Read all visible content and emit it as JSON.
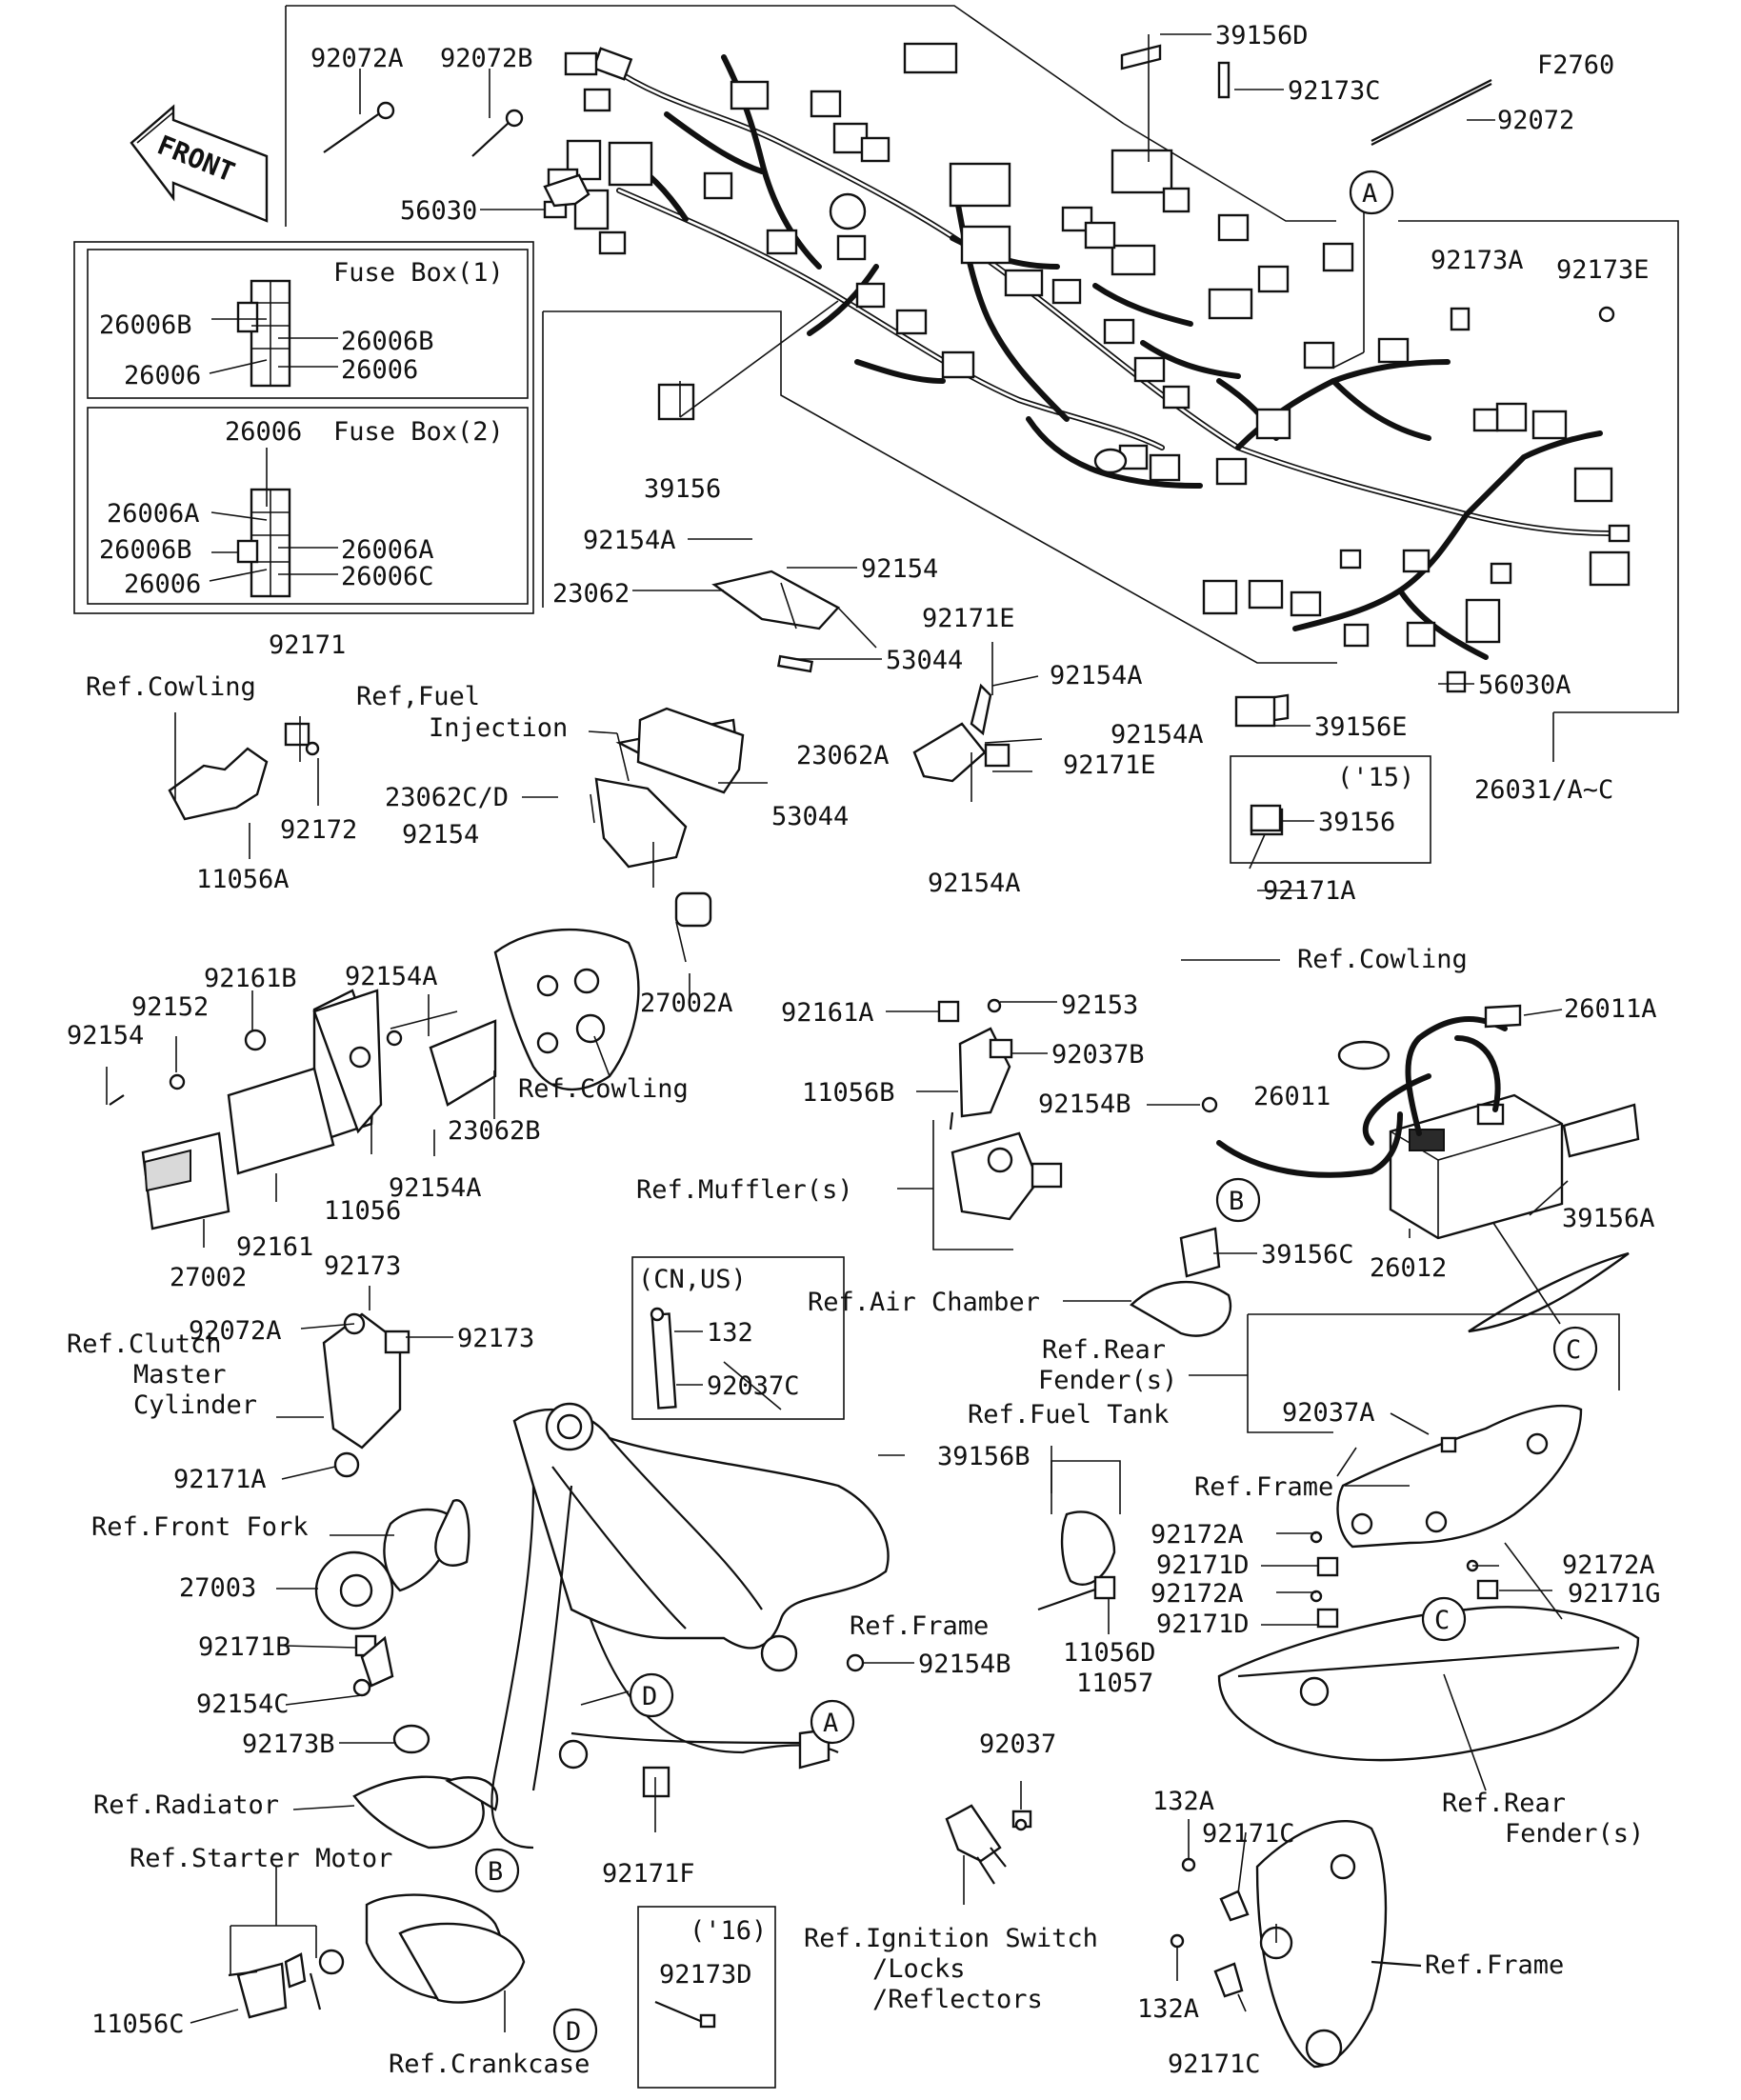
{
  "diagram_code": "F2760",
  "front_arrow_label": "FRONT",
  "fuse_boxes": {
    "box1": {
      "title": "Fuse Box(1)",
      "labels": [
        "26006B",
        "26006B",
        "26006",
        "26006"
      ]
    },
    "box2": {
      "title": "Fuse Box(2)",
      "labels": [
        "26006",
        "26006A",
        "26006A",
        "26006B",
        "26006",
        "26006C"
      ]
    }
  },
  "callouts": [
    "92072A",
    "92072B",
    "39156D",
    "92173C",
    "92072",
    "56030",
    "92173A",
    "92173E",
    "39156",
    "92154A",
    "92154",
    "23062",
    "53044",
    "92171E",
    "92154A",
    "92154A",
    "23062A",
    "92171E",
    "56030A",
    "39156E",
    "26031/A~C",
    "39156",
    "92171",
    "Ref.Cowling",
    "Ref,Fuel",
    "Injection",
    "92172",
    "11056A",
    "23062C/D",
    "53044",
    "92154",
    "92154A",
    "Ref.Cowling",
    "92171A",
    "92161B",
    "92154A",
    "92152",
    "92154",
    "27002A",
    "Ref.Cowling",
    "23062B",
    "11056",
    "92154A",
    "27002",
    "92161",
    "92161A",
    "92153",
    "26011A",
    "92037B",
    "11056B",
    "92154B",
    "26011",
    "Ref.Muffler(s)",
    "39156A",
    "26012",
    "39156C",
    "Ref.Air Chamber",
    "92173",
    "92072A",
    "92173",
    "Ref.Clutch",
    "Master",
    "Cylinder",
    "132",
    "92037C",
    "92171A",
    "39156B",
    "Ref.Rear",
    "Fender(s)",
    "92037A",
    "Ref.Fuel Tank",
    "Ref.Frame",
    "Ref.Front Fork",
    "27003",
    "92172A",
    "92171D",
    "92172A",
    "92171G",
    "92172A",
    "92171D",
    "92171B",
    "Ref.Frame",
    "11056D",
    "11057",
    "92154C",
    "92154B",
    "92173B",
    "Ref.Rear",
    "Fender(s)",
    "92037",
    "Ref.Radiator",
    "132A",
    "92171C",
    "Ref.Starter Motor",
    "92171F",
    "Ref.Ignition Switch",
    "/Locks",
    "/Reflectors",
    "Ref.Frame",
    "11056C",
    "132A",
    "92173D",
    "Ref.Crankcase",
    "92171C"
  ],
  "variant_boxes": {
    "y15": "('15)",
    "cnus": "(CN,US)",
    "y16": "('16)"
  },
  "circle_refs": [
    "A",
    "B",
    "C",
    "C",
    "D",
    "A",
    "B",
    "D"
  ]
}
